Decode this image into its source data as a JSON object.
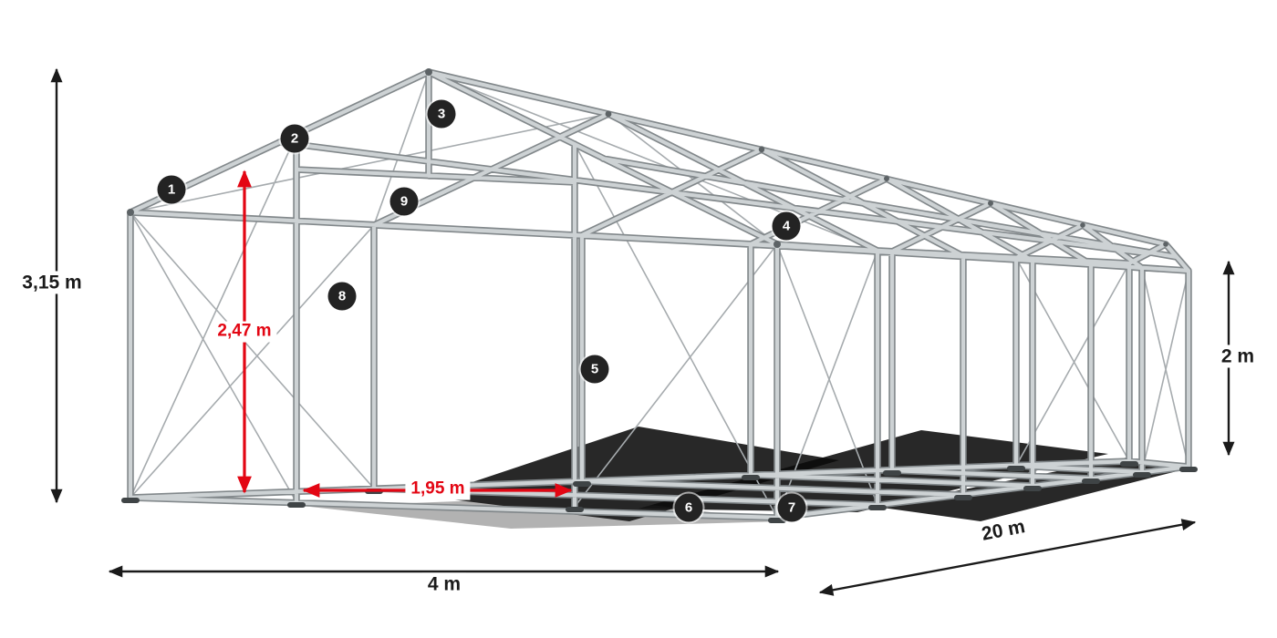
{
  "diagram": {
    "name": "party-tent-steel-frame-construction-diagram",
    "background_color": "#ffffff"
  },
  "colors": {
    "frame_tube": "#cdd2d4",
    "frame_outline": "#82888b",
    "brace_cable": "#a6abae",
    "dimension_black": "#1a1a1a",
    "dimension_red": "#e30613",
    "badge_background": "#232323",
    "badge_text": "#ffffff",
    "shadow": "#0a0a0a"
  },
  "markers": [
    "1",
    "2",
    "3",
    "4",
    "5",
    "6",
    "7",
    "8",
    "9"
  ],
  "dimensions": {
    "total_height": "3,15 m",
    "entrance_height": "2,47 m",
    "entrance_width": "1,95 m",
    "width": "4 m",
    "length": "20 m",
    "side_height": "2 m"
  }
}
